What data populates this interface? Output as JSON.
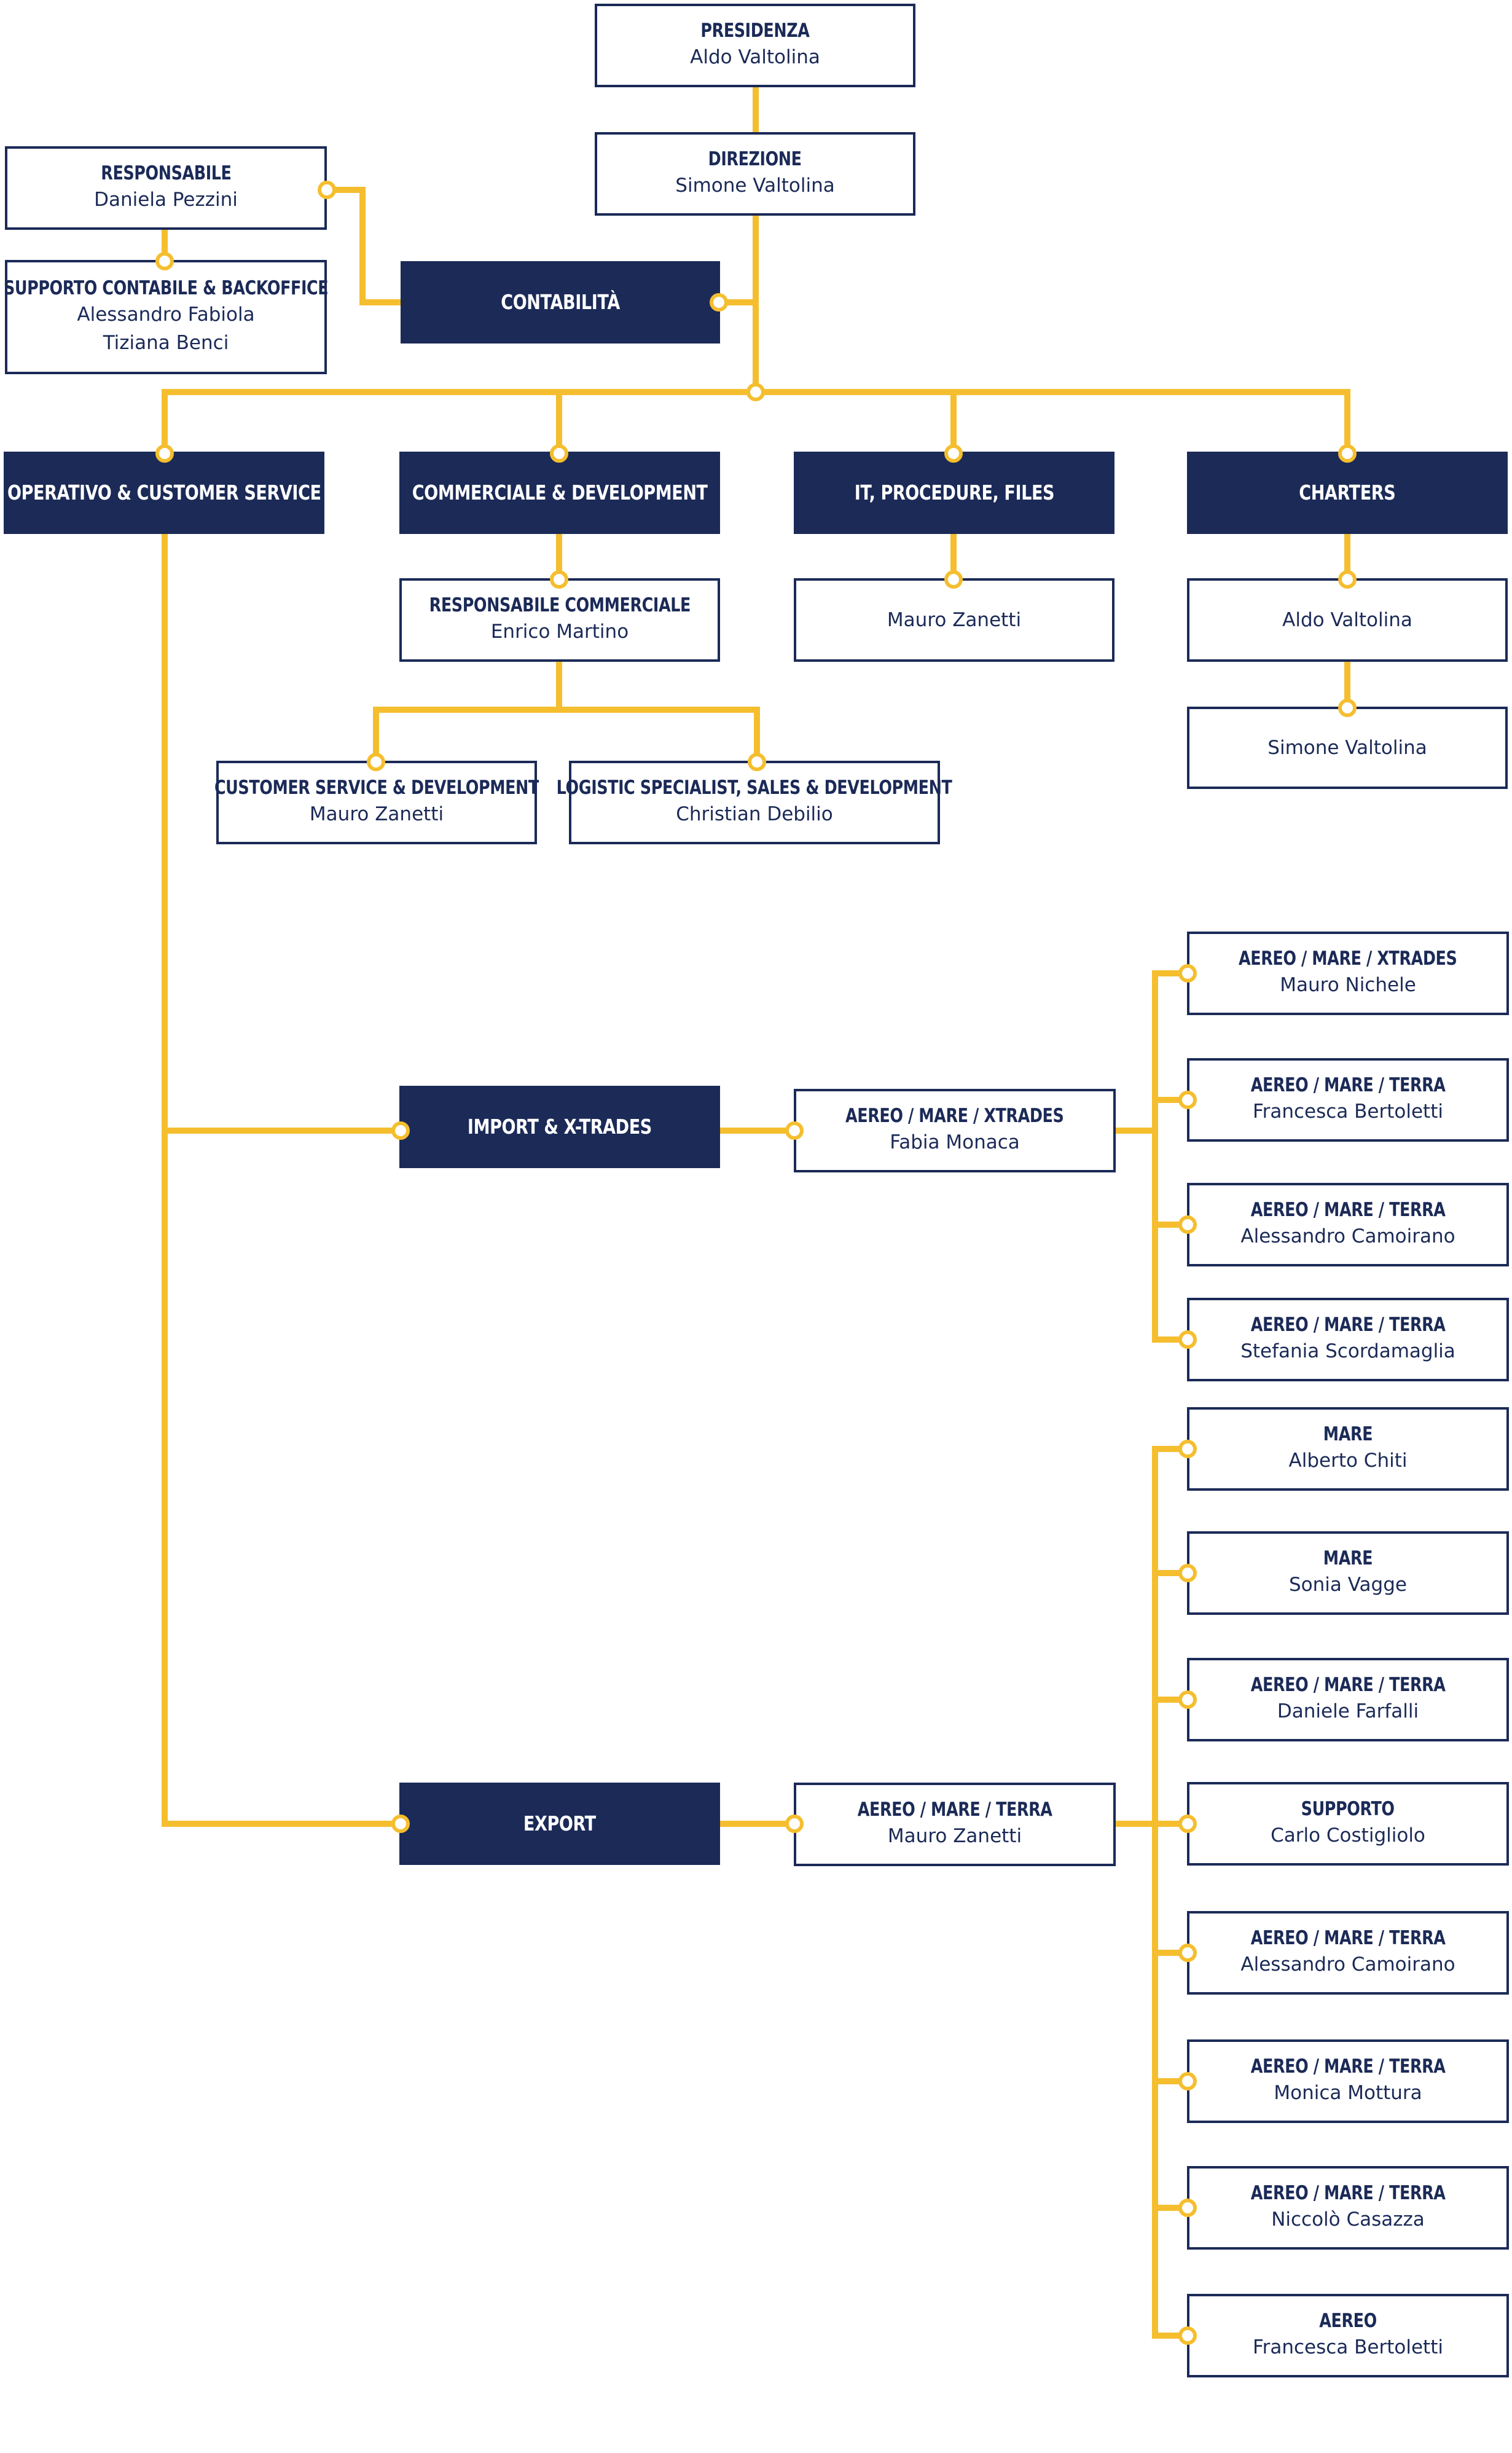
{
  "colors": {
    "navy": "#1b2a57",
    "line": "#f5be2e"
  },
  "nodes": {
    "presidenza": {
      "title": "PRESIDENZA",
      "name": "Aldo Valtolina"
    },
    "direzione": {
      "title": "DIREZIONE",
      "name": "Simone Valtolina"
    },
    "responsabile": {
      "title": "RESPONSABILE",
      "name": "Daniela Pezzini"
    },
    "supporto_contabile": {
      "title": "SUPPORTO CONTABILE & BACKOFFICE",
      "name1": "Alessandro Fabiola",
      "name2": "Tiziana Benci"
    },
    "contabilita": {
      "title": "CONTABILITÀ"
    },
    "operativo": {
      "title": "OPERATIVO & CUSTOMER SERVICE"
    },
    "commerciale": {
      "title": "COMMERCIALE & DEVELOPMENT"
    },
    "it": {
      "title": "IT, PROCEDURE, FILES"
    },
    "charters": {
      "title": "CHARTERS"
    },
    "resp_commerciale": {
      "title": "RESPONSABILE COMMERCIALE",
      "name": "Enrico Martino"
    },
    "it_person": {
      "name": "Mauro Zanetti"
    },
    "charters_1": {
      "name": "Aldo Valtolina"
    },
    "charters_2": {
      "name": "Simone Valtolina"
    },
    "customer_service": {
      "title": "CUSTOMER SERVICE & DEVELOPMENT",
      "name": "Mauro Zanetti"
    },
    "logistic": {
      "title": "LOGISTIC SPECIALIST, SALES & DEVELOPMENT",
      "name": "Christian Debilio"
    },
    "import": {
      "title": "IMPORT & X-TRADES"
    },
    "import_lead": {
      "title": "AEREO / MARE / XTRADES",
      "name": "Fabia Monaca"
    },
    "export": {
      "title": "EXPORT"
    },
    "export_lead": {
      "title": "AEREO / MARE / TERRA",
      "name": "Mauro Zanetti"
    }
  },
  "import_team": [
    {
      "title": "AEREO / MARE / XTRADES",
      "name": "Mauro Nichele"
    },
    {
      "title": "AEREO / MARE / TERRA",
      "name": "Francesca Bertoletti"
    },
    {
      "title": "AEREO / MARE / TERRA",
      "name": "Alessandro Camoirano"
    },
    {
      "title": "AEREO / MARE / TERRA",
      "name": "Stefania Scordamaglia"
    }
  ],
  "export_team": [
    {
      "title": "MARE",
      "name": "Alberto Chiti"
    },
    {
      "title": "MARE",
      "name": "Sonia Vagge"
    },
    {
      "title": "AEREO / MARE / TERRA",
      "name": "Daniele Farfalli"
    },
    {
      "title": "SUPPORTO",
      "name": "Carlo Costigliolo"
    },
    {
      "title": "AEREO / MARE / TERRA",
      "name": "Alessandro Camoirano"
    },
    {
      "title": "AEREO / MARE / TERRA",
      "name": "Monica Mottura"
    },
    {
      "title": "AEREO / MARE / TERRA",
      "name": "Niccolò Casazza"
    },
    {
      "title": "AEREO",
      "name": "Francesca Bertoletti"
    }
  ]
}
